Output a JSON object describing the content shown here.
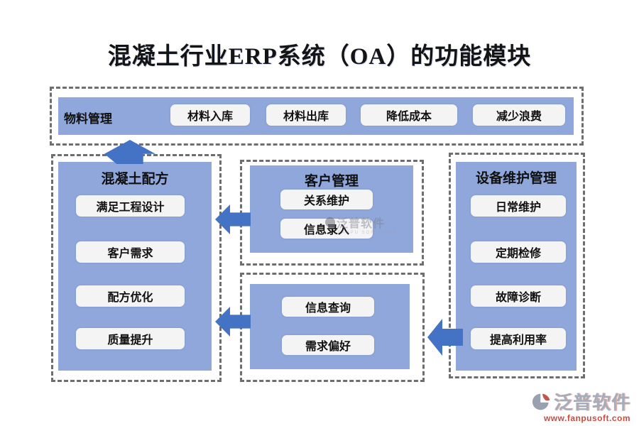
{
  "title": "混凝土行业ERP系统（OA）的功能模块",
  "colors": {
    "panel_blue": "#8FA7DB",
    "arrow_blue": "#4472C4",
    "dash_gray": "#6E6E6E",
    "pill_bg": "#F4F4F4",
    "brand_gray": "#A6ACB9",
    "brand_red": "#CC4B3F"
  },
  "material_group": {
    "label": "物料管理",
    "items": [
      "材料入库",
      "材料出库",
      "降低成本",
      "减少浪费"
    ]
  },
  "formula_group": {
    "label": "混凝土配方",
    "items": [
      "满足工程设计",
      "客户需求",
      "配方优化",
      "质量提升"
    ]
  },
  "customer_group": {
    "label": "客户管理",
    "items": [
      "关系维护",
      "信息录入"
    ]
  },
  "info_group": {
    "items": [
      "信息查询",
      "需求偏好"
    ]
  },
  "equipment_group": {
    "label": "设备维护管理",
    "items": [
      "日常维护",
      "定期检修",
      "故障诊断",
      "提高利用率"
    ]
  },
  "watermark": {
    "text": "泛普软件",
    "subtext": "FANPU SOFTWARE"
  },
  "brand": {
    "name": "泛普软件",
    "url": "www.fanpusoft.com"
  }
}
